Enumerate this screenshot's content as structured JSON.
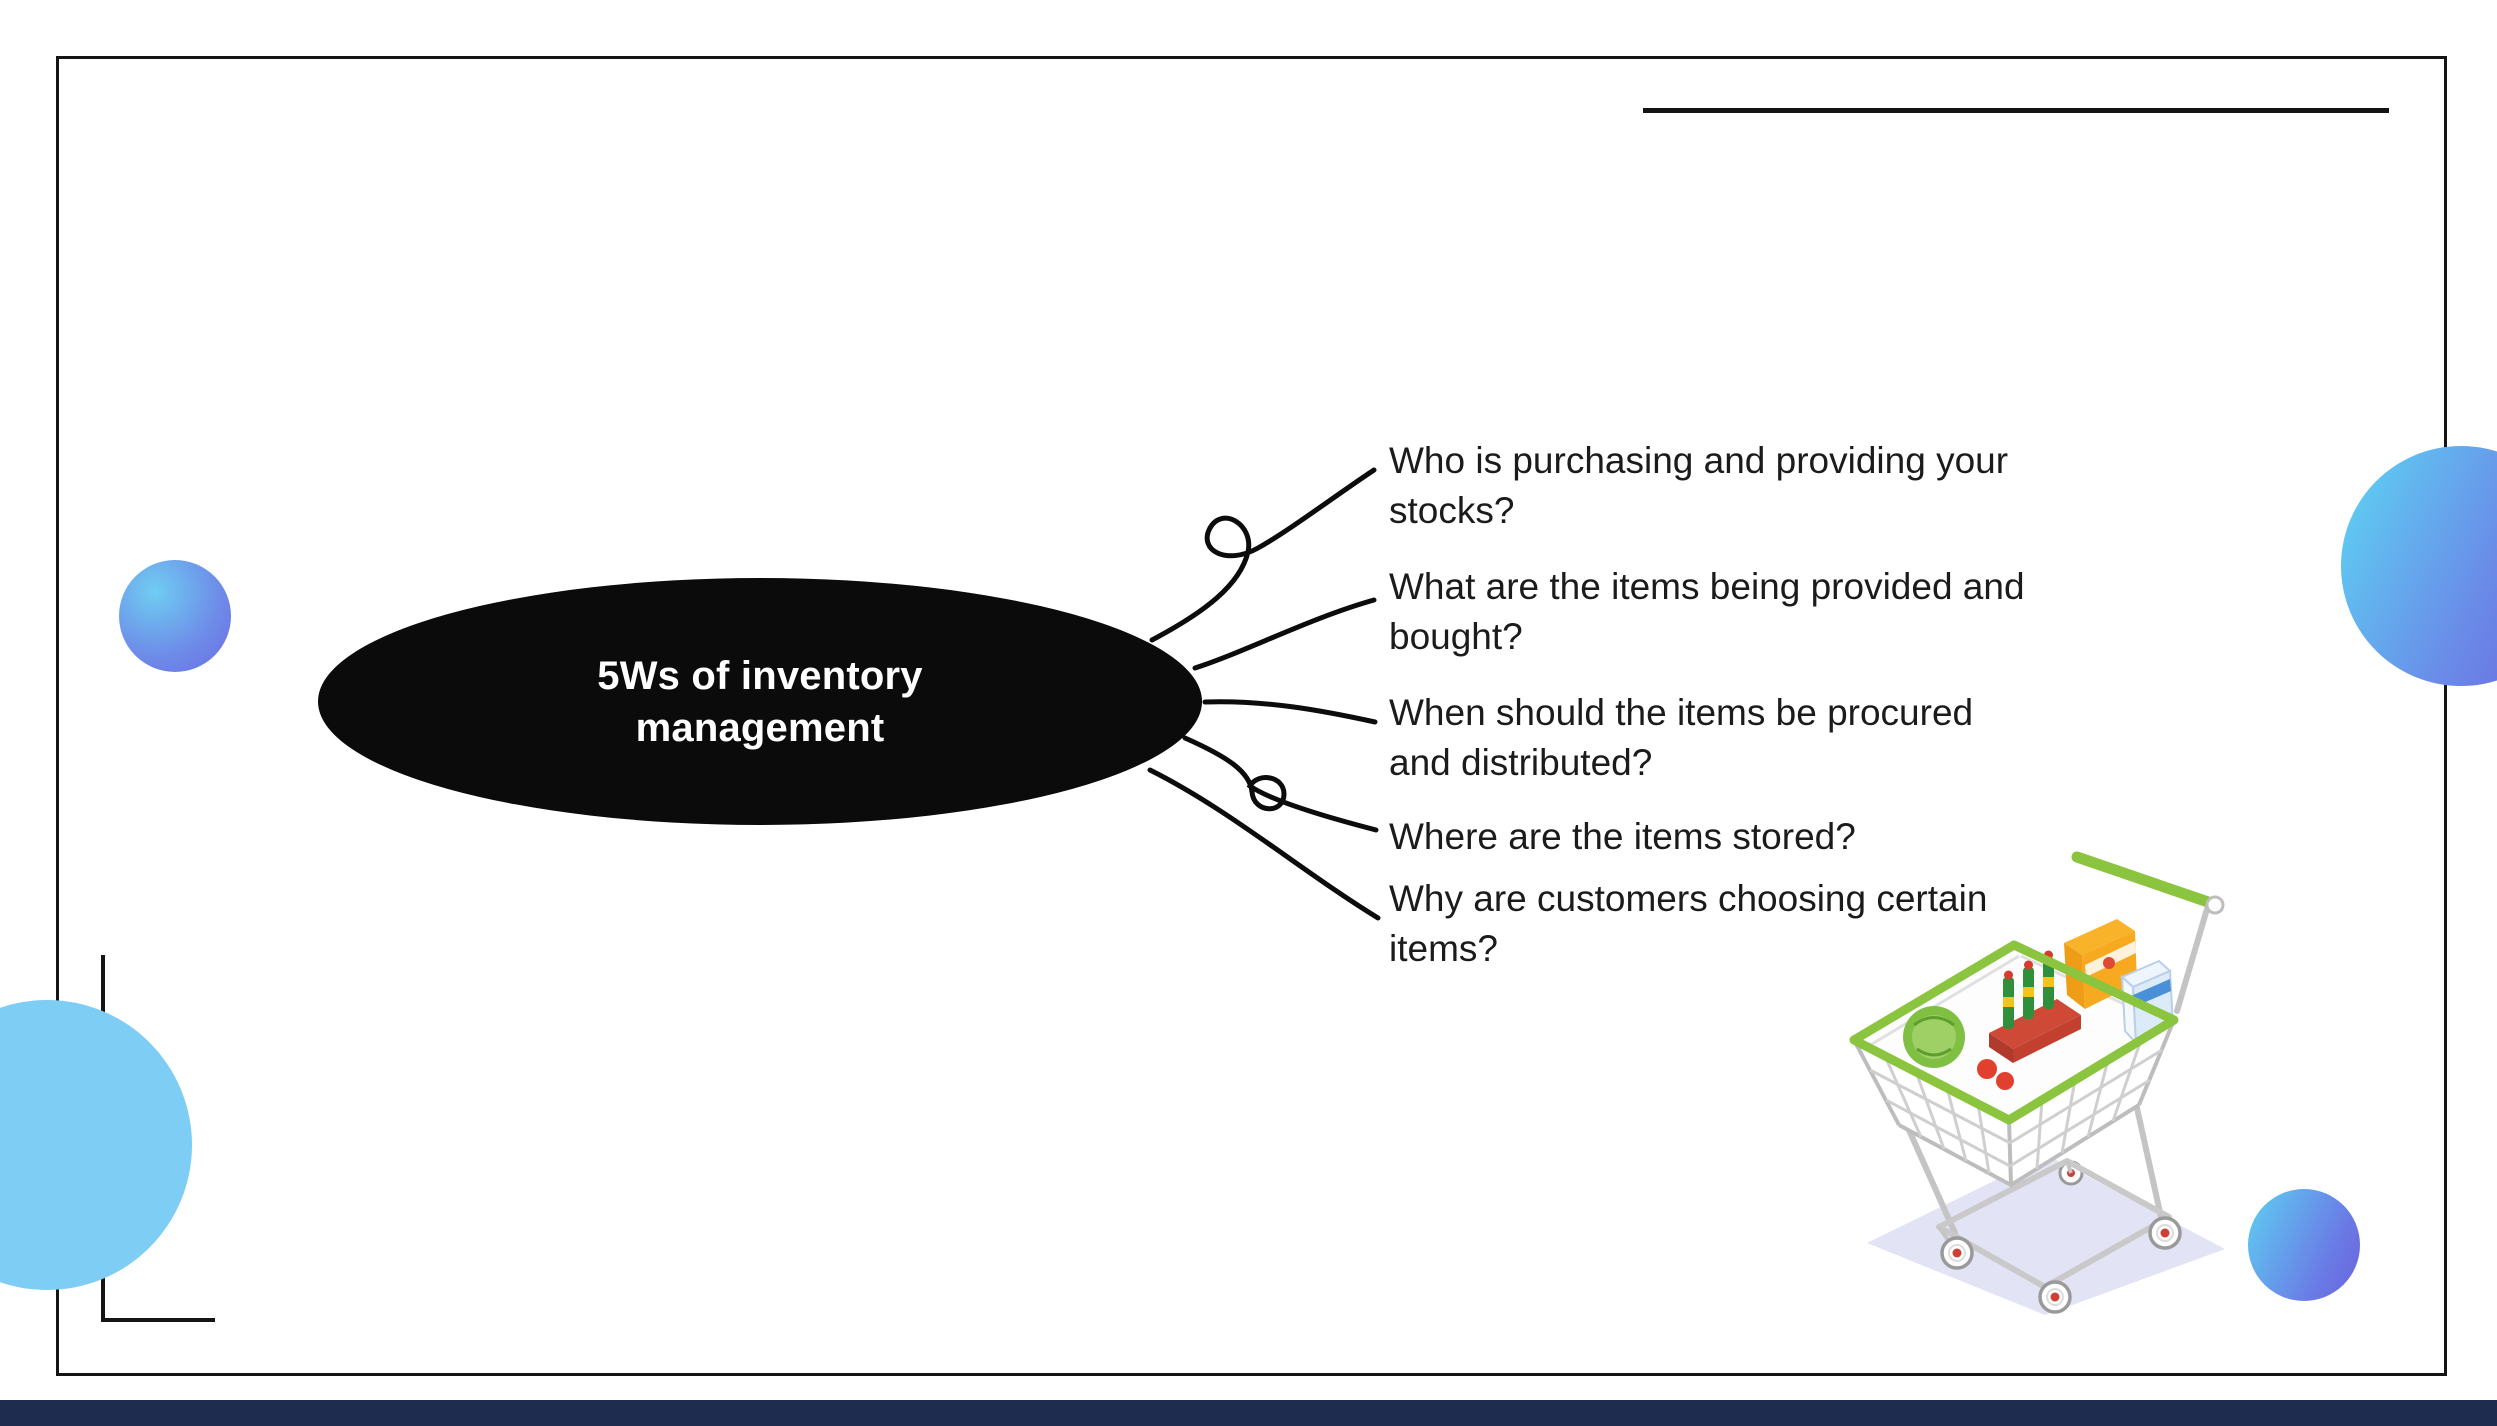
{
  "diagram": {
    "center_label": "5Ws of inventory management",
    "branches": [
      {
        "text": "Who is purchasing and providing your stocks?"
      },
      {
        "text": "What are the items being provided and bought?"
      },
      {
        "text": "When should the items be procured and distributed?"
      },
      {
        "text": "Where are the items stored?"
      },
      {
        "text": "Why are customers choosing certain items?"
      }
    ]
  },
  "icons": {
    "illustration": "shopping-cart"
  },
  "colors": {
    "ellipse_fill": "#0b0b0b",
    "text": "#1b1b1b",
    "cart_green": "#8bc53f",
    "bottom_bar": "#1e2c50",
    "circle_cyan": "#7ecdf4",
    "circle_blue": "#6a6ee2"
  }
}
